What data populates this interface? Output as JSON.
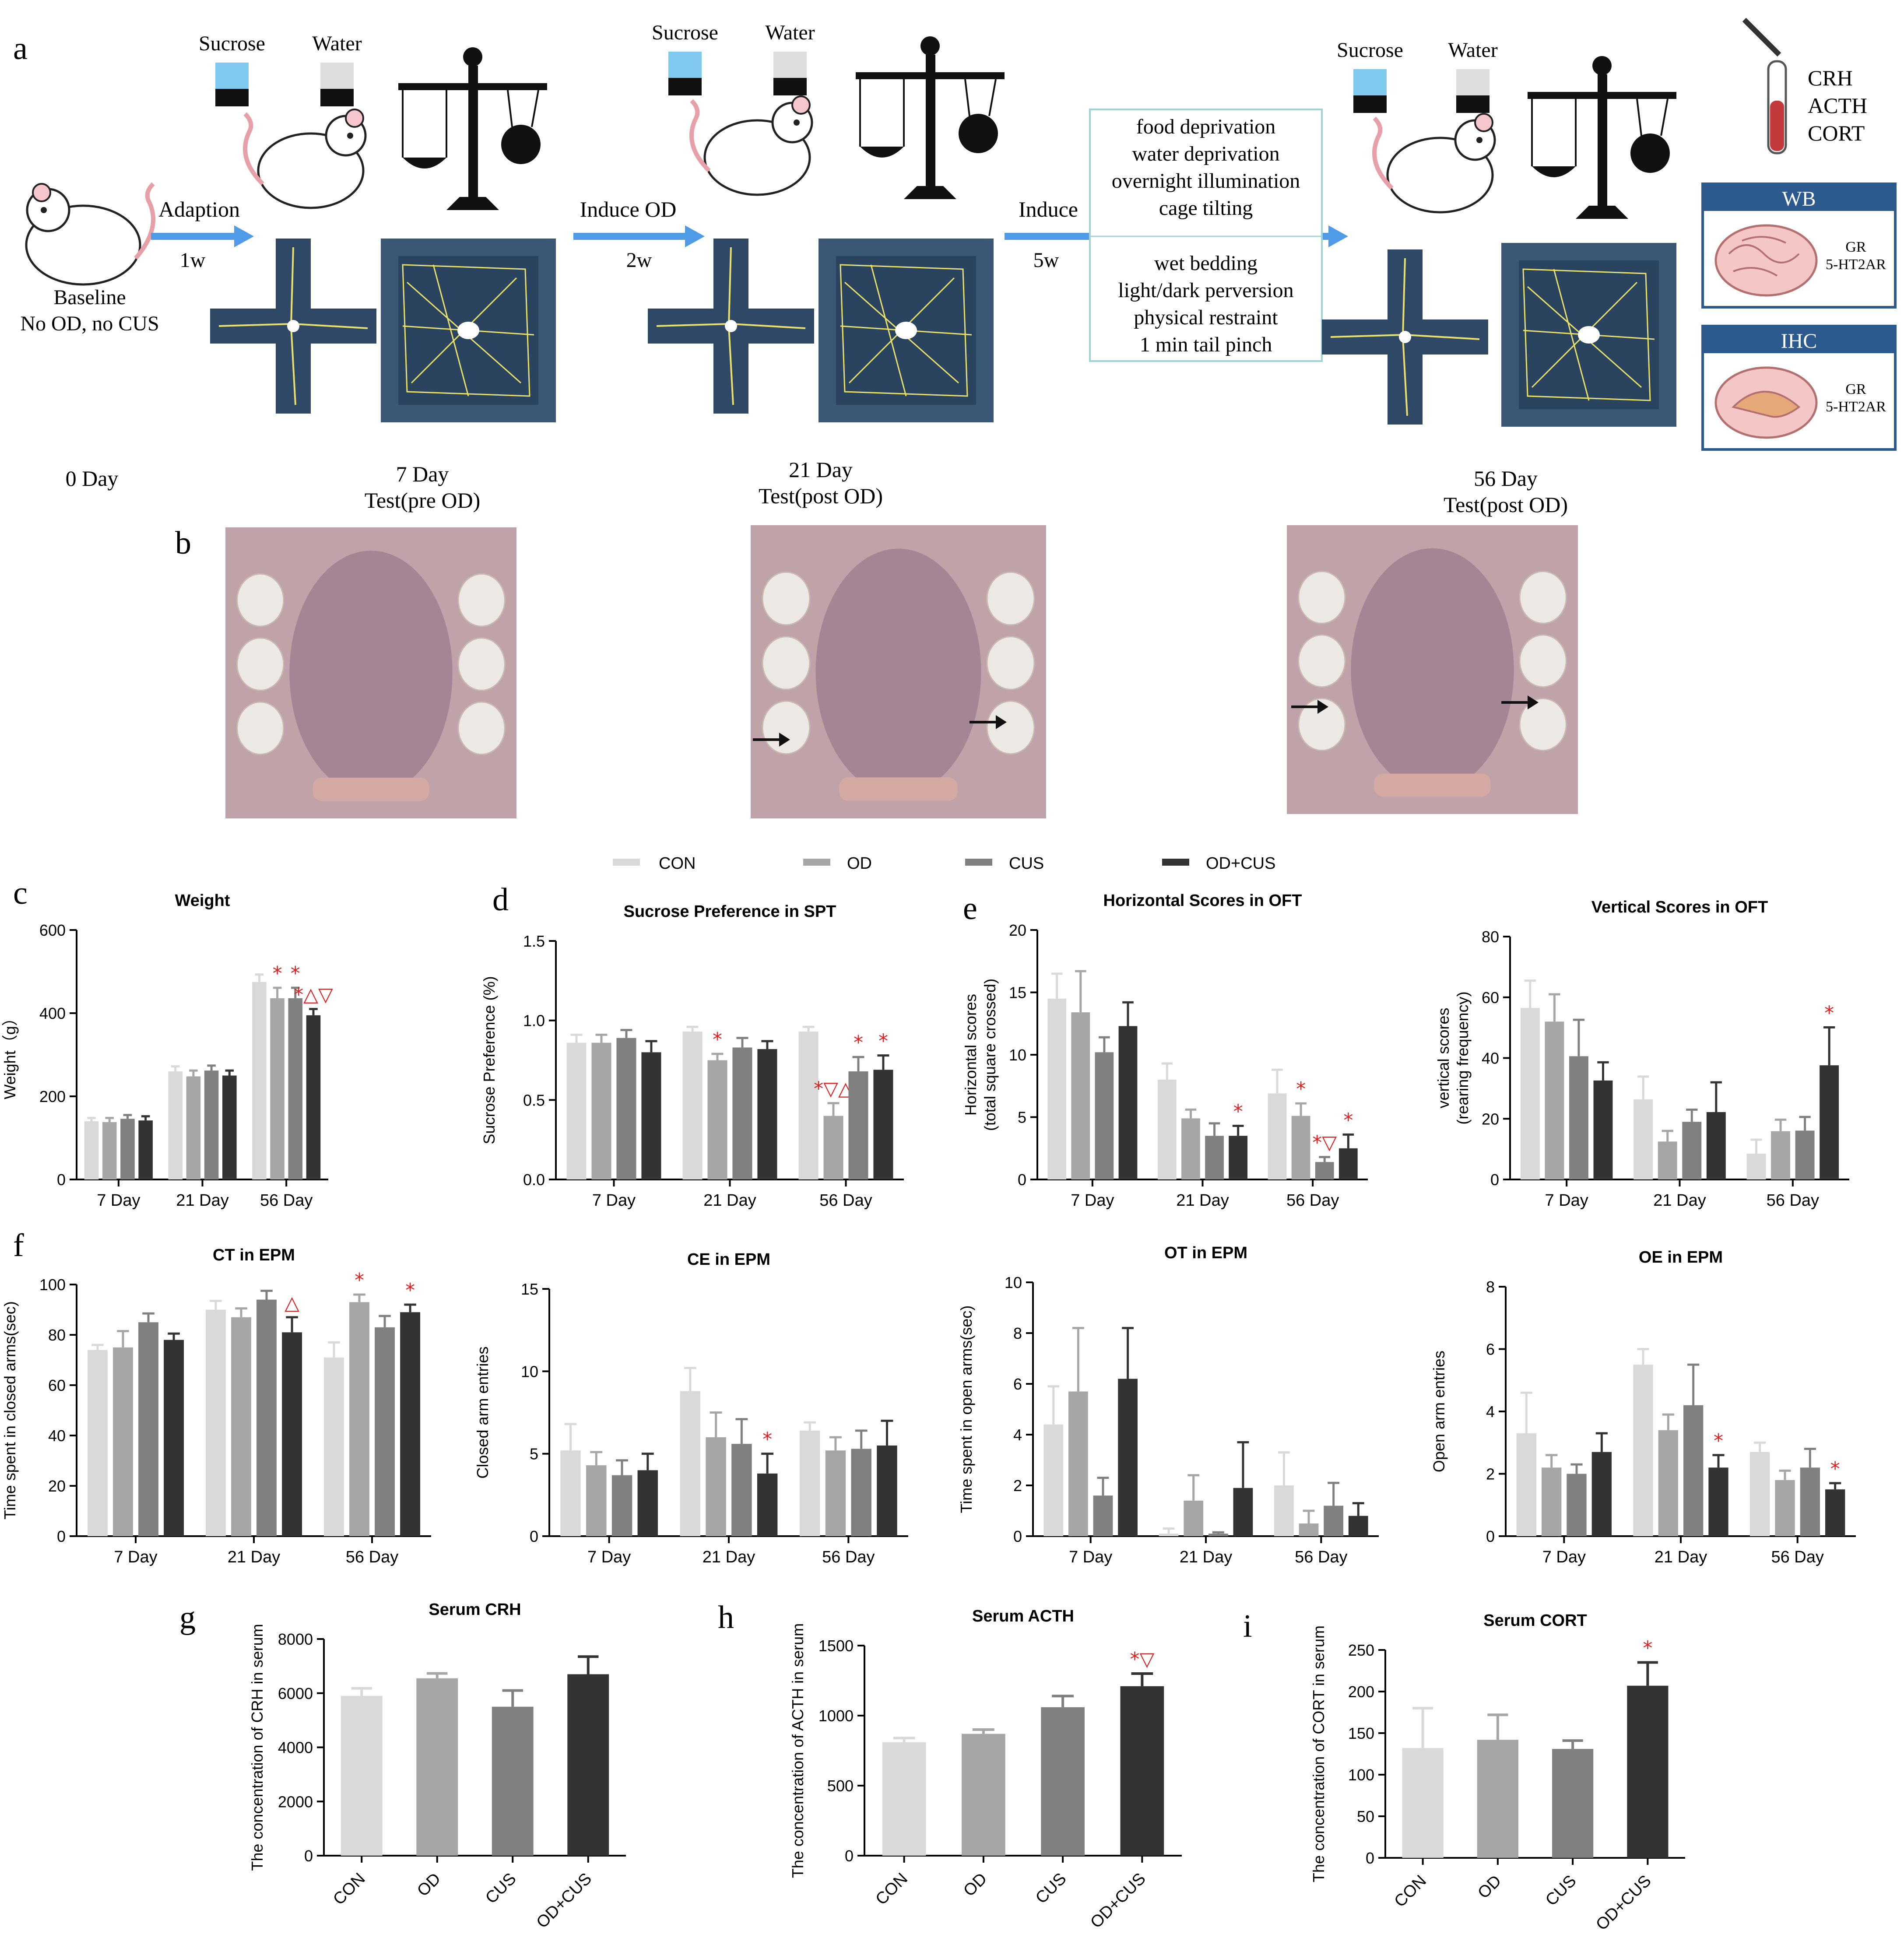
{
  "panel_labels": [
    "a",
    "b",
    "c",
    "d",
    "e",
    "f",
    "g",
    "h",
    "i"
  ],
  "timeline": {
    "baseline": [
      "Baseline",
      "No OD, no CUS"
    ],
    "day_labels": [
      "0 Day",
      "7 Day",
      "21 Day",
      "56 Day"
    ],
    "test_labels": [
      "Test(pre OD)",
      "Test(post OD)",
      "Test(post OD)"
    ],
    "steps": [
      {
        "label": "Adaption",
        "duration": "1w"
      },
      {
        "label": "Induce OD",
        "duration": "2w"
      },
      {
        "label": "Induce",
        "duration": "5w"
      }
    ],
    "drinks": [
      "Sucrose",
      "Water"
    ],
    "stress_list": [
      "food deprivation",
      "water deprivation",
      "overnight illumination",
      "cage tilting",
      "wet bedding",
      "light/dark perversion",
      "physical restraint",
      "1 min tail pinch"
    ],
    "assays": [
      "CRH",
      "ACTH",
      "CORT"
    ],
    "wb": {
      "title": "WB",
      "targets": [
        "GR",
        "5-HT2AR"
      ]
    },
    "ihc": {
      "title": "IHC",
      "targets": [
        "GR",
        "5-HT2AR"
      ]
    }
  },
  "photos": {
    "arrow_icon": "arrow-right-icon"
  },
  "legend": [
    "CON",
    "OD",
    "CUS",
    "OD+CUS"
  ],
  "colors": {
    "CON": "#d9d9d9",
    "OD": "#a6a6a6",
    "CUS": "#808080",
    "OD+CUS": "#333333",
    "arrow": "#4f9be8",
    "box_border": "#9fd3d6",
    "panel_blue": "#2c5a8f",
    "significance": "#e02020"
  },
  "chart_data": [
    {
      "id": "c",
      "type": "bar",
      "title": "Weight",
      "ylabel": "Weight（g）",
      "categories": [
        "7 Day",
        "21 Day",
        "56 Day"
      ],
      "ylim": [
        0,
        600
      ],
      "yticks": [
        "0",
        "200",
        "400",
        "600"
      ],
      "series": [
        {
          "name": "CON",
          "values": [
            140,
            260,
            475
          ]
        },
        {
          "name": "OD",
          "values": [
            138,
            248,
            436
          ]
        },
        {
          "name": "CUS",
          "values": [
            146,
            262,
            436
          ]
        },
        {
          "name": "OD+CUS",
          "values": [
            142,
            250,
            395
          ]
        }
      ],
      "errors": [
        [
          8,
          12,
          18
        ],
        [
          10,
          14,
          25
        ],
        [
          9,
          12,
          25
        ],
        [
          10,
          12,
          15
        ]
      ],
      "annotations": [
        {
          "cat": 2,
          "s": 1,
          "text": "*"
        },
        {
          "cat": 2,
          "s": 2,
          "text": "*"
        },
        {
          "cat": 2,
          "s": 3,
          "text": "*△▽"
        }
      ]
    },
    {
      "id": "d",
      "type": "bar",
      "title": "Sucrose Preference in SPT",
      "ylabel": "Sucrose Preference (%)",
      "categories": [
        "7 Day",
        "21 Day",
        "56 Day"
      ],
      "ylim": [
        0,
        1.5
      ],
      "yticks": [
        "0.0",
        "0.5",
        "1.0",
        "1.5"
      ],
      "series": [
        {
          "name": "CON",
          "values": [
            0.86,
            0.93,
            0.93
          ]
        },
        {
          "name": "OD",
          "values": [
            0.86,
            0.75,
            0.4
          ]
        },
        {
          "name": "CUS",
          "values": [
            0.89,
            0.83,
            0.68
          ]
        },
        {
          "name": "OD+CUS",
          "values": [
            0.8,
            0.82,
            0.69
          ]
        }
      ],
      "errors": [
        [
          0.05,
          0.03,
          0.03
        ],
        [
          0.05,
          0.04,
          0.08
        ],
        [
          0.05,
          0.06,
          0.09
        ],
        [
          0.07,
          0.05,
          0.09
        ]
      ],
      "annotations": [
        {
          "cat": 1,
          "s": 1,
          "text": "*"
        },
        {
          "cat": 2,
          "s": 1,
          "text": "*▽△"
        },
        {
          "cat": 2,
          "s": 2,
          "text": "*"
        },
        {
          "cat": 2,
          "s": 3,
          "text": "*"
        }
      ]
    },
    {
      "id": "e1",
      "type": "bar",
      "title": "Horizontal Scores in OFT",
      "ylabel": "Horizontal scores",
      "ylabel2": "(total square crossed)",
      "categories": [
        "7 Day",
        "21 Day",
        "56 Day"
      ],
      "ylim": [
        0,
        20
      ],
      "yticks": [
        "0",
        "5",
        "10",
        "15",
        "20"
      ],
      "series": [
        {
          "name": "CON",
          "values": [
            14.5,
            8.0,
            6.9
          ]
        },
        {
          "name": "OD",
          "values": [
            13.4,
            4.9,
            5.1
          ]
        },
        {
          "name": "CUS",
          "values": [
            10.2,
            3.5,
            1.4
          ]
        },
        {
          "name": "OD+CUS",
          "values": [
            12.3,
            3.5,
            2.5
          ]
        }
      ],
      "errors": [
        [
          2.0,
          1.3,
          1.9
        ],
        [
          3.3,
          0.7,
          1.0
        ],
        [
          1.2,
          1.0,
          0.4
        ],
        [
          1.9,
          0.8,
          1.1
        ]
      ],
      "annotations": [
        {
          "cat": 1,
          "s": 3,
          "text": "*"
        },
        {
          "cat": 2,
          "s": 1,
          "text": "*"
        },
        {
          "cat": 2,
          "s": 2,
          "text": "*▽"
        },
        {
          "cat": 2,
          "s": 3,
          "text": "*"
        }
      ]
    },
    {
      "id": "e2",
      "type": "bar",
      "title": "Vertical Scores in OFT",
      "ylabel": "vertical scores",
      "ylabel2": "(rearing frequency)",
      "categories": [
        "7 Day",
        "21 Day",
        "56 Day"
      ],
      "ylim": [
        0,
        80
      ],
      "yticks": [
        "0",
        "20",
        "40",
        "60",
        "80"
      ],
      "series": [
        {
          "name": "CON",
          "values": [
            56.5,
            26.4,
            8.5
          ]
        },
        {
          "name": "OD",
          "values": [
            52.0,
            12.5,
            15.9
          ]
        },
        {
          "name": "CUS",
          "values": [
            40.6,
            19.0,
            16.1
          ]
        },
        {
          "name": "OD+CUS",
          "values": [
            32.6,
            22.2,
            37.6
          ]
        }
      ],
      "errors": [
        [
          9,
          7.5,
          4.6
        ],
        [
          9,
          3.5,
          3.8
        ],
        [
          12,
          4,
          4.5
        ],
        [
          6,
          9.8,
          12.5
        ]
      ],
      "annotations": [
        {
          "cat": 2,
          "s": 3,
          "text": "*"
        }
      ]
    },
    {
      "id": "f1",
      "type": "bar",
      "title": "CT in EPM",
      "ylabel": "Time spent in closed arms(sec)",
      "categories": [
        "7 Day",
        "21 Day",
        "56 Day"
      ],
      "ylim": [
        0,
        100
      ],
      "yticks": [
        "0",
        "20",
        "40",
        "60",
        "80",
        "100"
      ],
      "series": [
        {
          "name": "CON",
          "values": [
            74,
            90,
            71
          ]
        },
        {
          "name": "OD",
          "values": [
            75,
            87,
            93
          ]
        },
        {
          "name": "CUS",
          "values": [
            85,
            94,
            83
          ]
        },
        {
          "name": "OD+CUS",
          "values": [
            78,
            81,
            89
          ]
        }
      ],
      "errors": [
        [
          2,
          3.5,
          6
        ],
        [
          6.5,
          3.5,
          3
        ],
        [
          3.5,
          3.5,
          4.5
        ],
        [
          2.5,
          6,
          3
        ]
      ],
      "annotations": [
        {
          "cat": 1,
          "s": 3,
          "text": "△"
        },
        {
          "cat": 2,
          "s": 1,
          "text": "*"
        },
        {
          "cat": 2,
          "s": 3,
          "text": "*"
        }
      ]
    },
    {
      "id": "f2",
      "type": "bar",
      "title": "CE in EPM",
      "ylabel": "Closed arm entries",
      "categories": [
        "7 Day",
        "21 Day",
        "56 Day"
      ],
      "ylim": [
        0,
        15
      ],
      "yticks": [
        "0",
        "5",
        "10",
        "15"
      ],
      "series": [
        {
          "name": "CON",
          "values": [
            5.2,
            8.8,
            6.4
          ]
        },
        {
          "name": "OD",
          "values": [
            4.3,
            6.0,
            5.2
          ]
        },
        {
          "name": "CUS",
          "values": [
            3.7,
            5.6,
            5.3
          ]
        },
        {
          "name": "OD+CUS",
          "values": [
            4.0,
            3.8,
            5.5
          ]
        }
      ],
      "errors": [
        [
          1.6,
          1.4,
          0.5
        ],
        [
          0.8,
          1.5,
          0.8
        ],
        [
          0.9,
          1.5,
          1.1
        ],
        [
          1.0,
          1.2,
          1.5
        ]
      ],
      "annotations": [
        {
          "cat": 1,
          "s": 3,
          "text": "*"
        }
      ]
    },
    {
      "id": "f3",
      "type": "bar",
      "title": "OT in EPM",
      "ylabel": "Time spent in open arms(sec)",
      "categories": [
        "7 Day",
        "21 Day",
        "56 Day"
      ],
      "ylim": [
        0,
        10
      ],
      "yticks": [
        "0",
        "2",
        "4",
        "6",
        "8",
        "10"
      ],
      "series": [
        {
          "name": "CON",
          "values": [
            4.4,
            0.1,
            2.0
          ]
        },
        {
          "name": "OD",
          "values": [
            5.7,
            1.4,
            0.5
          ]
        },
        {
          "name": "CUS",
          "values": [
            1.6,
            0.1,
            1.2
          ]
        },
        {
          "name": "OD+CUS",
          "values": [
            6.2,
            1.9,
            0.8
          ]
        }
      ],
      "errors": [
        [
          1.5,
          0.2,
          1.3
        ],
        [
          2.5,
          1.0,
          0.5
        ],
        [
          0.7,
          0.05,
          0.9
        ],
        [
          2.0,
          1.8,
          0.5
        ]
      ],
      "annotations": []
    },
    {
      "id": "f4",
      "type": "bar",
      "title": "OE in EPM",
      "ylabel": "Open arm entries",
      "categories": [
        "7 Day",
        "21 Day",
        "56 Day"
      ],
      "ylim": [
        0,
        8
      ],
      "yticks": [
        "0",
        "2",
        "4",
        "6",
        "8"
      ],
      "series": [
        {
          "name": "CON",
          "values": [
            3.3,
            5.5,
            2.7
          ]
        },
        {
          "name": "OD",
          "values": [
            2.2,
            3.4,
            1.8
          ]
        },
        {
          "name": "CUS",
          "values": [
            2.0,
            4.2,
            2.2
          ]
        },
        {
          "name": "OD+CUS",
          "values": [
            2.7,
            2.2,
            1.5
          ]
        }
      ],
      "errors": [
        [
          1.3,
          0.5,
          0.3
        ],
        [
          0.4,
          0.5,
          0.3
        ],
        [
          0.3,
          1.3,
          0.6
        ],
        [
          0.6,
          0.4,
          0.2
        ]
      ],
      "annotations": [
        {
          "cat": 1,
          "s": 3,
          "text": "*"
        },
        {
          "cat": 2,
          "s": 3,
          "text": "*"
        }
      ]
    },
    {
      "id": "g",
      "type": "bar",
      "title": "Serum CRH",
      "ylabel": "The concentration of  CRH in serum",
      "categories": [
        "CON",
        "OD",
        "CUS",
        "OD+CUS"
      ],
      "ylim": [
        0,
        8000
      ],
      "yticks": [
        "0",
        "2000",
        "4000",
        "6000",
        "8000"
      ],
      "values": [
        5900,
        6550,
        5500,
        6700
      ],
      "errors": [
        280,
        180,
        600,
        650
      ],
      "annotations": []
    },
    {
      "id": "h",
      "type": "bar",
      "title": "Serum ACTH",
      "ylabel": "The concentration of  ACTH in serum",
      "categories": [
        "CON",
        "OD",
        "CUS",
        "OD+CUS"
      ],
      "ylim": [
        0,
        1500
      ],
      "yticks": [
        "0",
        "500",
        "1000",
        "1500"
      ],
      "values": [
        810,
        870,
        1060,
        1210
      ],
      "errors": [
        30,
        30,
        80,
        90
      ],
      "annotations": [
        {
          "i": 3,
          "text": "*▽"
        }
      ]
    },
    {
      "id": "i",
      "type": "bar",
      "title": "Serum CORT",
      "ylabel": "The concentration of  CORT in serum",
      "categories": [
        "CON",
        "OD",
        "CUS",
        "OD+CUS"
      ],
      "ylim": [
        0,
        250
      ],
      "yticks": [
        "0",
        "50",
        "100",
        "150",
        "200",
        "250"
      ],
      "values": [
        132,
        142,
        131,
        207
      ],
      "errors": [
        48,
        30,
        10,
        28
      ],
      "annotations": [
        {
          "i": 3,
          "text": "*"
        }
      ]
    }
  ]
}
